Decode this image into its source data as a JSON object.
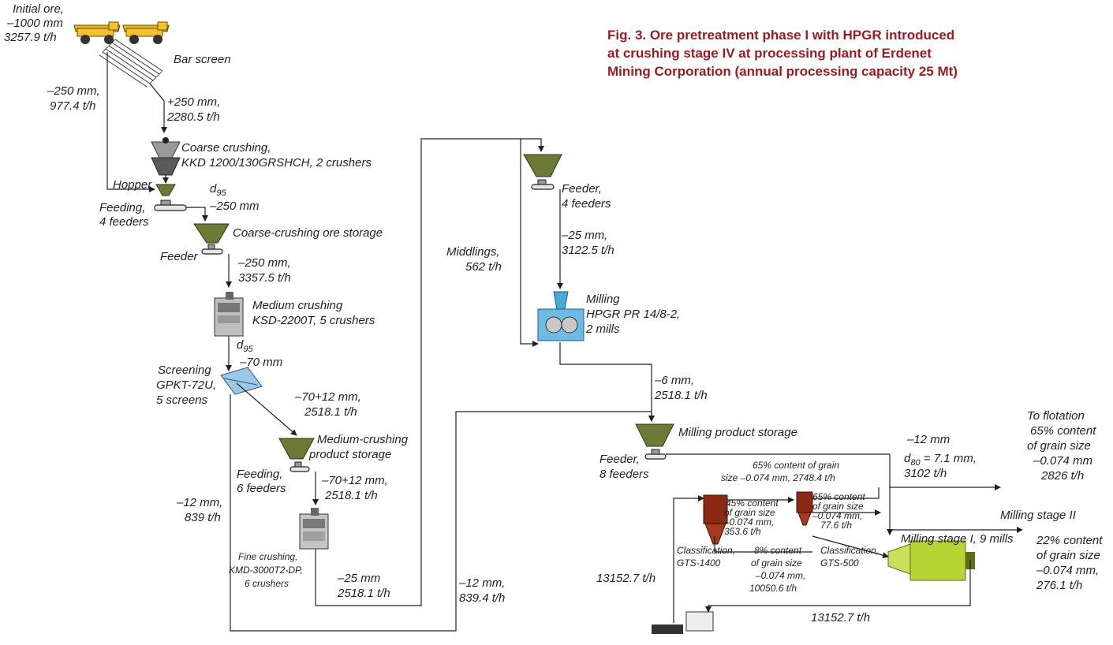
{
  "title": [
    "Fig. 3. Ore pretreatment phase I with HPGR introduced",
    "at crushing stage IV at processing plant of Erdenet",
    "Mining Corporation (annual processing capacity 25 Mt)"
  ],
  "colors": {
    "title": "#9b1b1e",
    "hopper": "#6b7a34",
    "hpgr": "#4aa8d8",
    "cyclone": "#8b2a14",
    "mill": "#b7d334"
  },
  "labels": {
    "initial_ore": [
      "Initial ore,",
      "–1000 mm",
      "3257.9 t/h"
    ],
    "bar_screen": "Bar screen",
    "flow_minus250_a": [
      "–250 mm,",
      "977.4 t/h"
    ],
    "flow_plus250": [
      "+250 mm,",
      "2280.5 t/h"
    ],
    "coarse_crushing": [
      "Coarse crushing,",
      "KKD 1200/130GRSHCH, 2 crushers"
    ],
    "hopper": "Hopper",
    "d95_a": [
      "d",
      "95",
      "–250 mm"
    ],
    "feeding_4": [
      "Feeding,",
      "4 feeders"
    ],
    "coarse_storage": "Coarse-crushing ore storage",
    "feeder_a": "Feeder",
    "flow_minus250_b": [
      "–250 mm,",
      "3357.5 t/h"
    ],
    "medium_crushing": [
      "Medium crushing",
      "KSD-2200T, 5 crushers"
    ],
    "d95_b": [
      "d",
      "95",
      "–70 mm"
    ],
    "screening": [
      "Screening",
      "GPKT-72U,",
      "5 screens"
    ],
    "flow_70_12_a": [
      "–70+12 mm,",
      "2518.1 t/h"
    ],
    "medium_storage": [
      "Medium-crushing",
      "product storage"
    ],
    "feeding_6": [
      "Feeding,",
      "6 feeders"
    ],
    "flow_70_12_b": [
      "–70+12 mm,",
      "2518.1 t/h"
    ],
    "flow_minus12_a": [
      "–12 mm,",
      "839 t/h"
    ],
    "fine_crushing": [
      "Fine crushing,",
      "KMD-3000T2-DP,",
      "6 crushers"
    ],
    "flow_minus25": [
      "–25 mm",
      "2518.1 t/h"
    ],
    "flow_minus12_b": [
      "–12 mm,",
      "839.4 t/h"
    ],
    "middlings": [
      "Middlings,",
      "562 t/h"
    ],
    "feeder_4": [
      "Feeder,",
      "4 feeders"
    ],
    "flow_minus25_b": [
      "–25 mm,",
      "3122.5 t/h"
    ],
    "milling_hpgr": [
      "Milling",
      "HPGR PR 14/8-2,",
      "2 mills"
    ],
    "flow_minus6": [
      "–6 mm,",
      "2518.1 t/h"
    ],
    "milling_storage": "Milling product storage",
    "feeder_8": [
      "Feeder,",
      "8 feeders"
    ],
    "flow_minus12_c": [
      "–12 mm",
      "d",
      "80",
      " = 7.1 mm,",
      "3102 t/h"
    ],
    "to_flotation": [
      "To flotation",
      "65% content",
      "of grain size",
      "–0.074 mm",
      "2826 t/h"
    ],
    "content_65_top": [
      "65% content of grain",
      "size –0.074 mm, 2748.4 t/h"
    ],
    "content_45": [
      "45% content",
      "of grain size",
      "–0.074 mm,",
      "353.6 t/h"
    ],
    "content_65_small": [
      "65% content",
      "of grain size",
      "–0.074 mm,",
      "77.6 t/h"
    ],
    "milling_stage_2": "Milling stage II",
    "milling_stage_1": "Milling stage I, 9 mills",
    "class_1400": [
      "Classification,",
      "GTS-1400"
    ],
    "content_8": [
      "8% content",
      "of grain size",
      "–0.074 mm,",
      "10050.6 t/h"
    ],
    "class_500": [
      "Classification,",
      "GTS-500"
    ],
    "content_22": [
      "22% content",
      "of grain size",
      "–0.074 mm,",
      "276.1 t/h"
    ],
    "flow_13152_a": "13152.7 t/h",
    "flow_13152_b": "13152.7 t/h"
  }
}
